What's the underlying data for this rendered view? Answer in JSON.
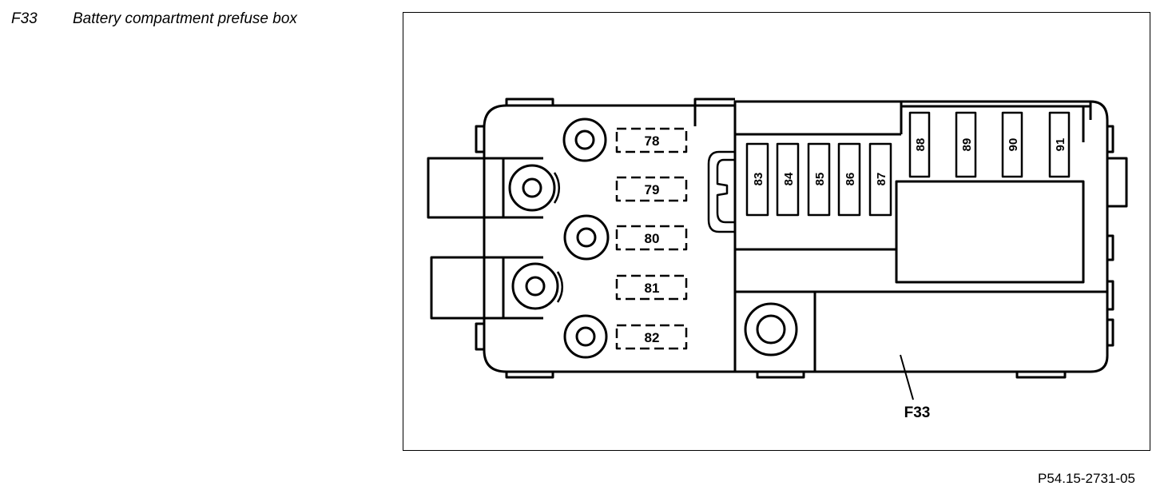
{
  "header": {
    "code": "F33",
    "title": "Battery compartment prefuse box"
  },
  "diagram": {
    "left_fuses": [
      "78",
      "79",
      "80",
      "81",
      "82"
    ],
    "small_fuses": [
      "83",
      "84",
      "85",
      "86",
      "87"
    ],
    "top_fuses": [
      "88",
      "89",
      "90",
      "91"
    ],
    "callout": "F33"
  },
  "figure_ref": "P54.15-2731-05"
}
